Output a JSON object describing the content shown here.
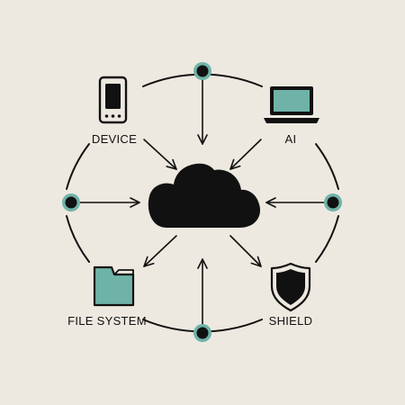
{
  "colors": {
    "background": "#ede9e0",
    "ink": "#111111",
    "accent": "#6fb3a8"
  },
  "center": {
    "icon": "cloud-icon"
  },
  "nodes": [
    {
      "id": "device",
      "label": "DEVICE",
      "icon": "smartphone-icon"
    },
    {
      "id": "ai",
      "label": "AI",
      "icon": "laptop-icon"
    },
    {
      "id": "file-system",
      "label": "FILE SYSTEM",
      "icon": "folder-icon"
    },
    {
      "id": "shield",
      "label": "SHIELD",
      "icon": "shield-icon"
    }
  ],
  "ring_connectors": [
    "top",
    "left",
    "right",
    "bottom"
  ]
}
